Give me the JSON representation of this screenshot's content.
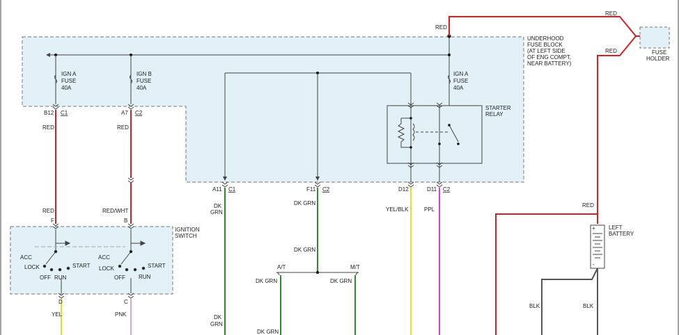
{
  "colors": {
    "red": "#d42020",
    "yellow": "#e6e022",
    "green": "#2e8b2e",
    "pink": "#e8a0b4",
    "purple": "#d83adf",
    "black": "#555555",
    "box_fill": "#e2f0f8"
  },
  "labels": {
    "underhood_fuse_block": [
      "UNDERHOOD",
      "FUSE BLOCK",
      "(AT LEFT SIDE",
      "OF ENG COMPT,",
      "NEAR BATTERY)"
    ],
    "fuse_holder": [
      "FUSE",
      "HOLDER"
    ],
    "starter_relay": [
      "STARTER",
      "RELAY"
    ],
    "ignition_switch": [
      "IGNITION",
      "SWITCH"
    ],
    "left_battery": [
      "LEFT",
      "BATTERY"
    ],
    "fuse_1": [
      "IGN A",
      "FUSE",
      "40A"
    ],
    "fuse_2": [
      "IGN B",
      "FUSE",
      "40A"
    ],
    "fuse_3": [
      "IGN A",
      "FUSE",
      "40A"
    ]
  },
  "wires": {
    "red_top": "RED",
    "red_fuse_holder_1": "RED",
    "red_fuse_holder_2": "RED",
    "red_b12": "RED",
    "red_a7": "RED",
    "red_f": "RED",
    "red_wht_b": "RED/WHT",
    "dk_grn_a11": [
      "DK",
      "GRN"
    ],
    "dk_grn_f11": "DK GRN",
    "dk_grn_mid": "DK GRN",
    "at": "A/T",
    "mt": "M/T",
    "dk_grn_left": "DK GRN",
    "dk_grn_right": "DK GRN",
    "dk_grn_bottom": [
      "DK",
      "GRN"
    ],
    "dk_grn_bottom2": "DK GRN",
    "yel_blk": "YEL/BLK",
    "ppl": "PPL",
    "yel": "YEL",
    "pnk": "PNK",
    "red_battery": "RED",
    "blk_1": "BLK",
    "blk_2": "BLK"
  },
  "connectors": {
    "b12": "B12",
    "c1_a": "C1",
    "a7": "A7",
    "c2_a": "C2",
    "a11": "A11",
    "c1_b": "C1",
    "f11": "F11",
    "c2_b": "C2",
    "d12": "D12",
    "d11": "D11",
    "c2_c": "C2",
    "f": "F",
    "b": "B",
    "d": "D",
    "c": "C"
  },
  "switch_positions": {
    "left": {
      "acc": "ACC",
      "lock": "LOCK",
      "off": "OFF",
      "run": "RUN",
      "start": "START"
    },
    "right": {
      "acc": "ACC",
      "lock": "LOCK",
      "off": "OFF",
      "run": "RUN",
      "start": "START"
    }
  },
  "battery_terminals": {
    "plus": "+",
    "minus": "-"
  }
}
